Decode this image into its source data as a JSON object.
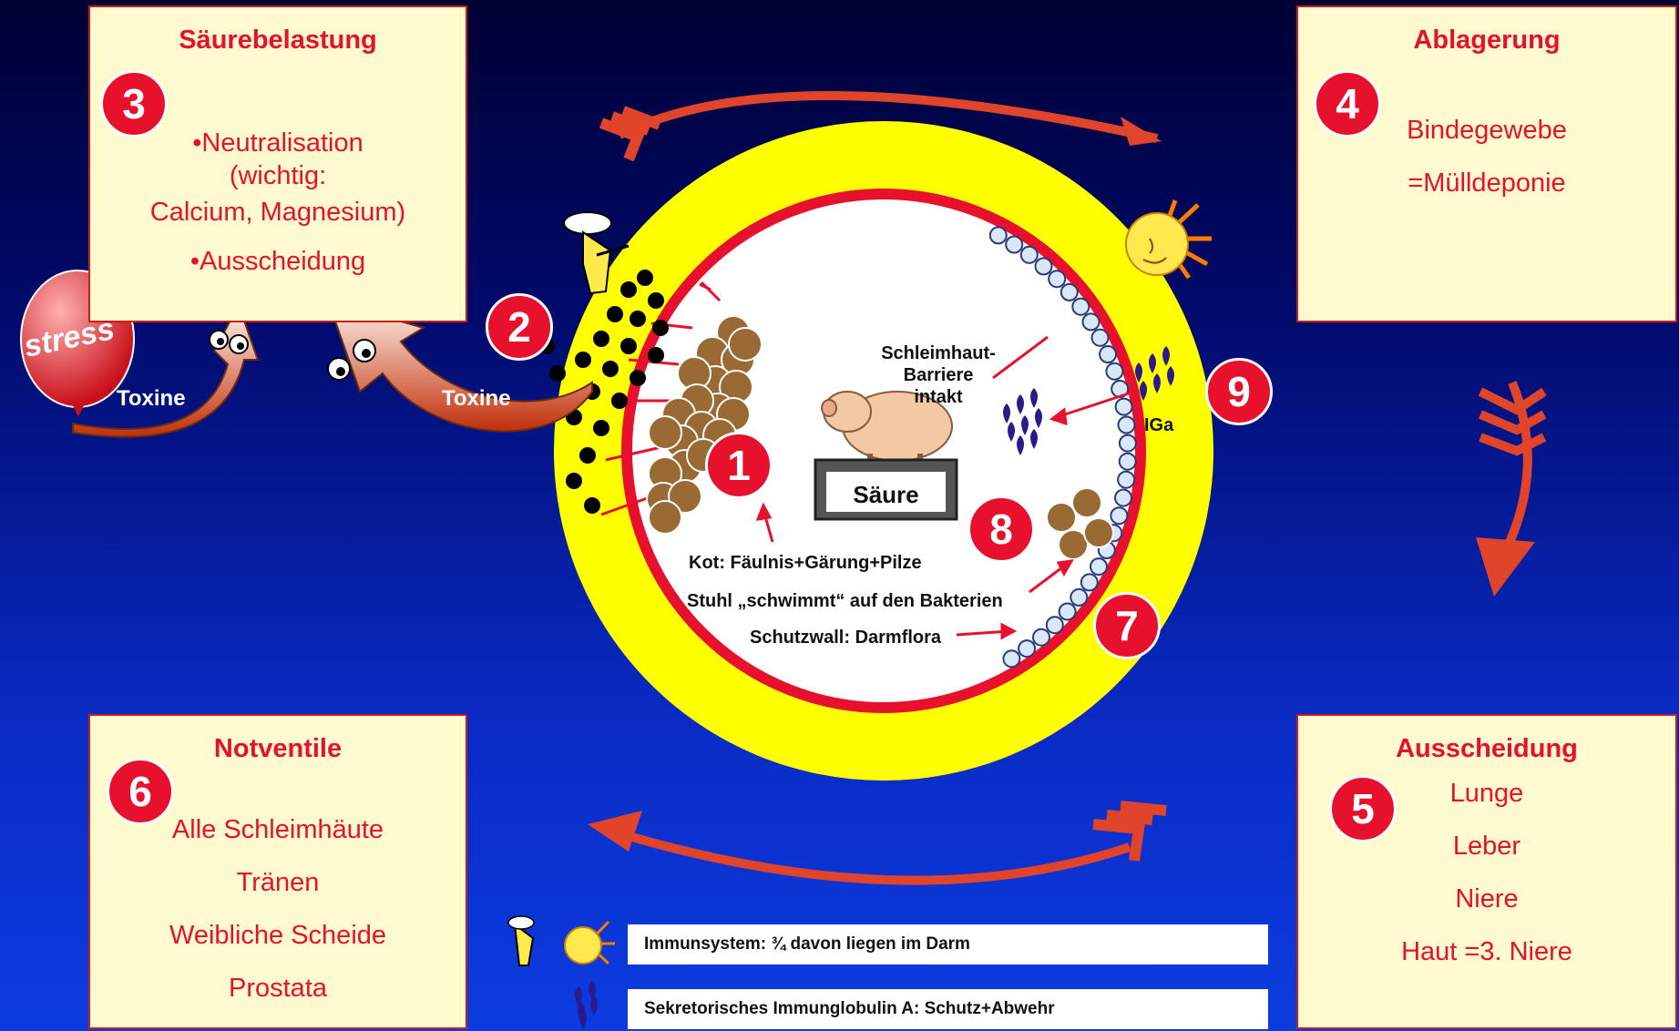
{
  "box_top_left": {
    "title": "Säurebelastung",
    "number": "3",
    "lines": [
      "•Neutralisation",
      "(wichtig:",
      "Calcium, Magnesium)",
      "•Ausscheidung"
    ]
  },
  "box_top_right": {
    "title": "Ablagerung",
    "number": "4",
    "lines": [
      "Bindegewebe",
      "=Mülldeponie"
    ]
  },
  "box_bottom_left": {
    "title": "Notventile",
    "number": "6",
    "lines": [
      "Alle Schleimhäute",
      "Tränen",
      "Weibliche Scheide",
      "Prostata"
    ]
  },
  "box_bottom_right": {
    "title": "Ausscheidung",
    "number": "5",
    "lines": [
      "Lunge",
      "Leber",
      "Niere",
      "Haut =3. Niere"
    ]
  },
  "markers": {
    "m1": "1",
    "m2": "2",
    "m7": "7",
    "m8": "8",
    "m9": "9"
  },
  "labels": {
    "toxine_left": "Toxine",
    "toxine_right": "Toxine",
    "stress": "stress",
    "barrier": [
      "Schleimhaut-",
      "Barriere",
      "intakt"
    ],
    "iga": "IGa",
    "saeure": "Säure",
    "kot": "Kot: Fäulnis+Gärung+Pilze",
    "stuhl": "Stuhl „schwimmt“ auf den Bakterien",
    "schutzwall": "Schutzwall: Darmflora"
  },
  "legend": {
    "immun": "Immunsystem: ¾ davon liegen im Darm",
    "iga": "Sekretorisches Immunglobulin A: Schutz+Abwehr"
  },
  "colors": {
    "accent_red": "#e8112d",
    "ring_yellow": "#ffff00",
    "box_fill": "#fffbcf",
    "arrow_orange": "#e0442a",
    "bacteria_brown": "#9a6a35"
  }
}
